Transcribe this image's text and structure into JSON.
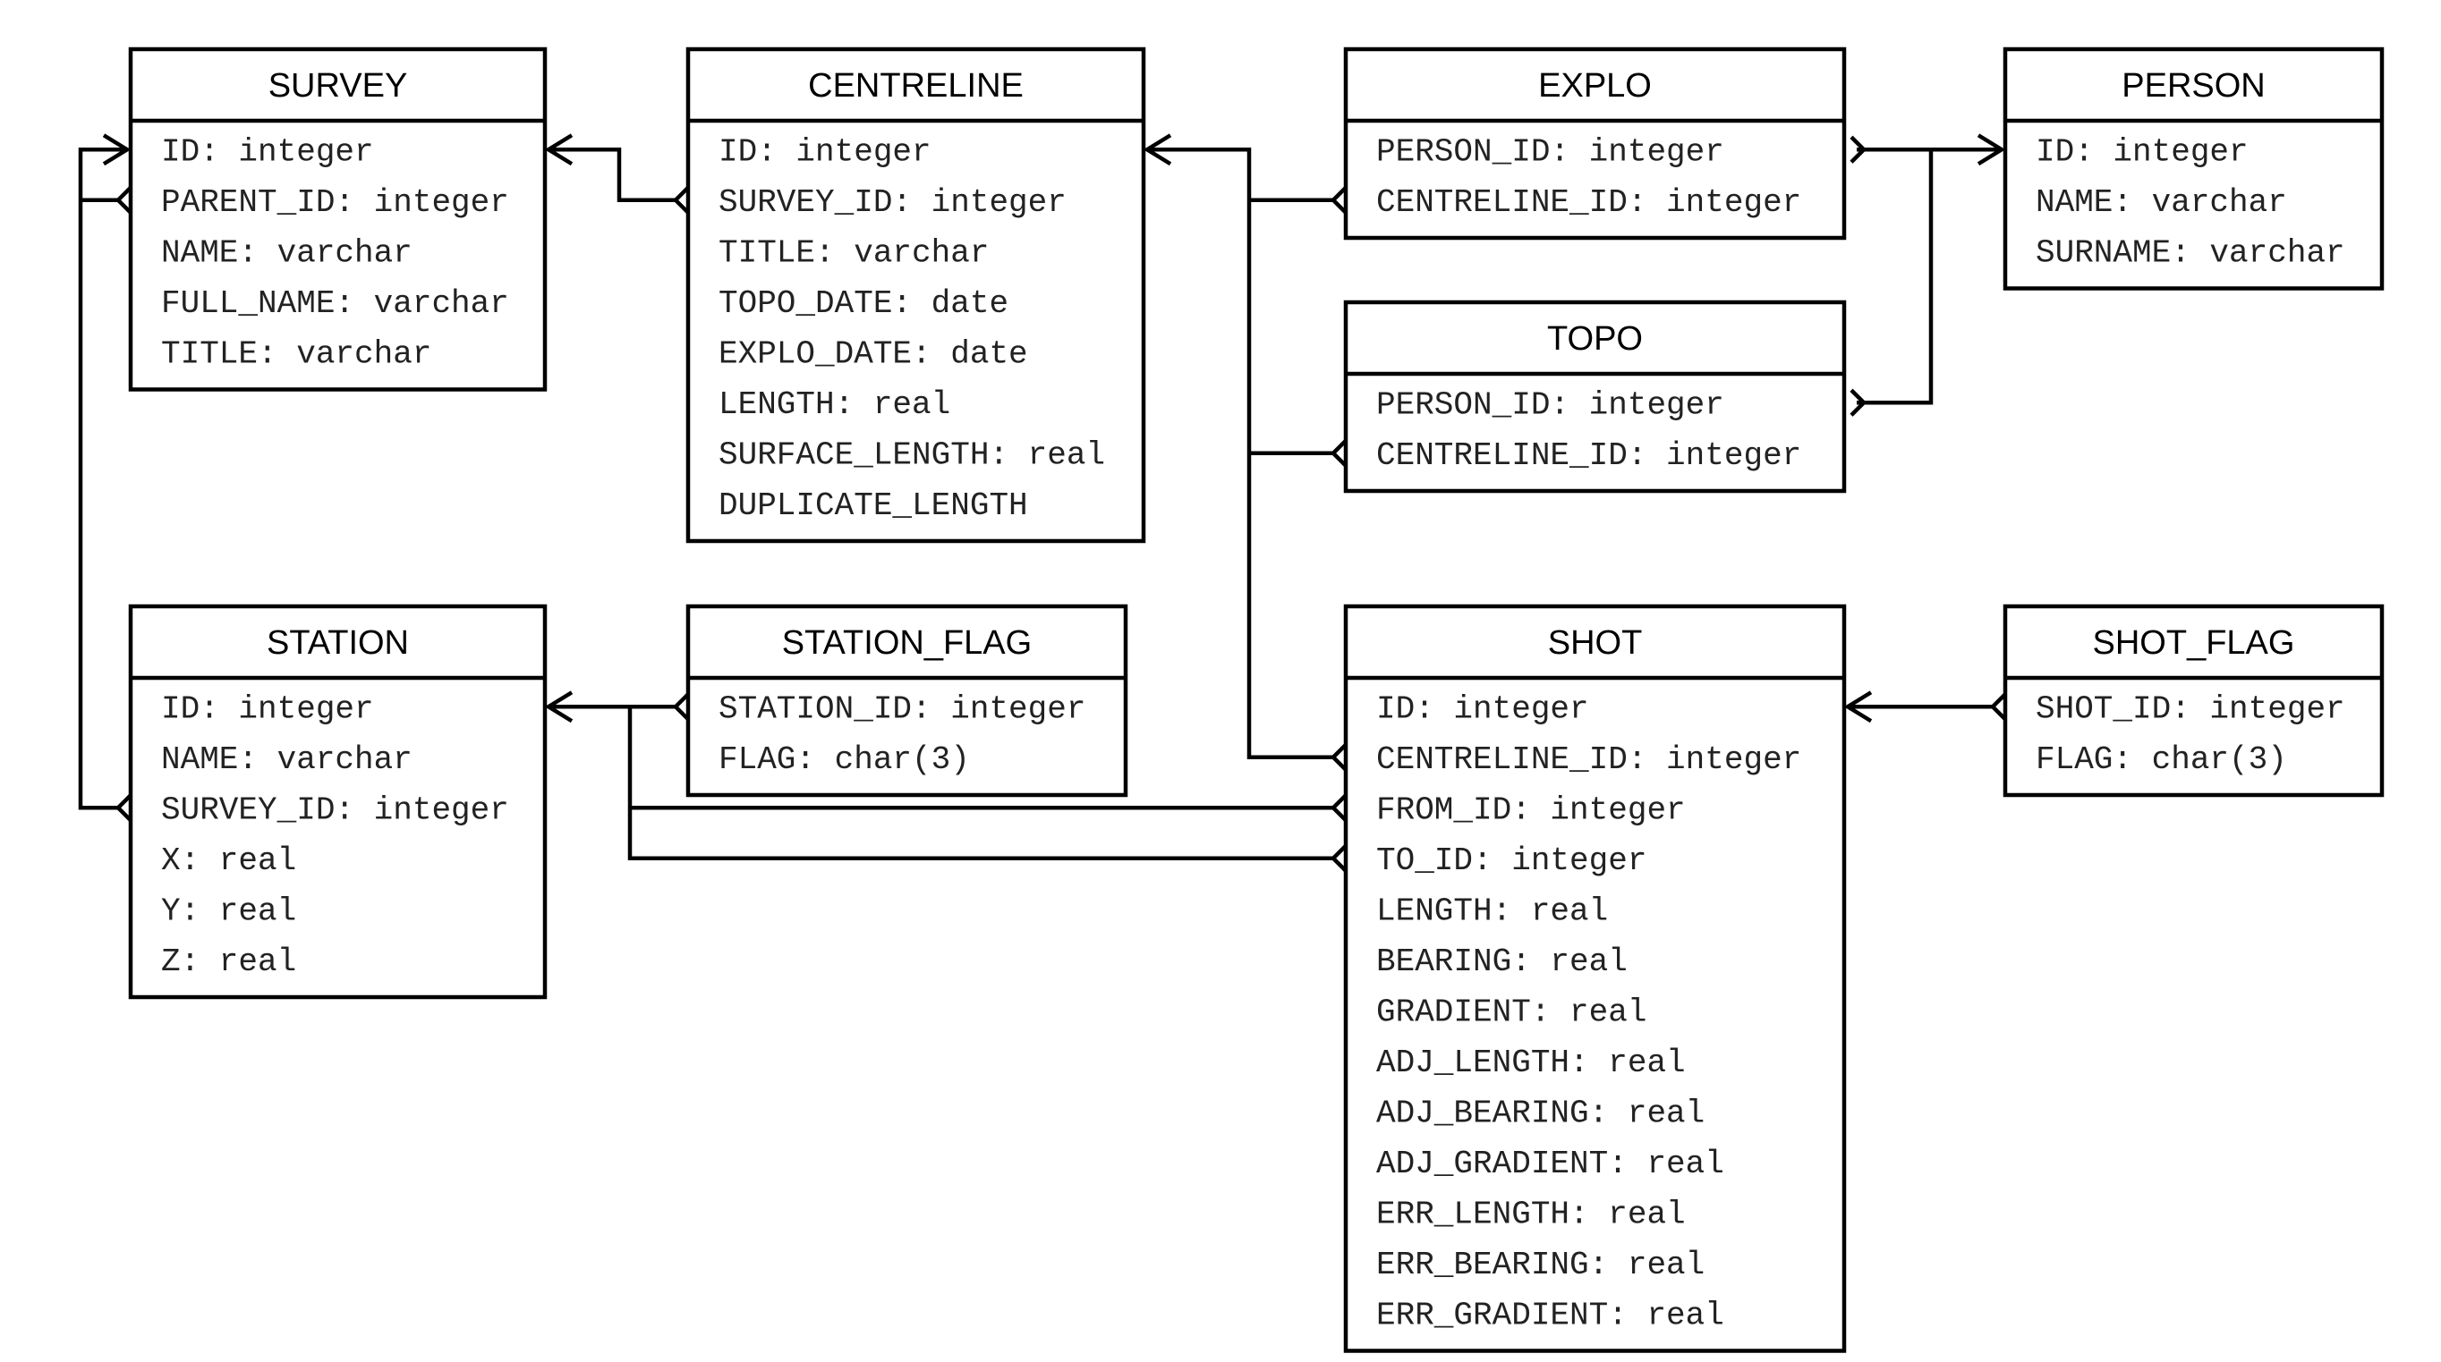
{
  "tables": {
    "survey": {
      "title": "SURVEY",
      "fields": [
        "ID: integer",
        "PARENT_ID: integer",
        "NAME: varchar",
        "FULL_NAME: varchar",
        "TITLE: varchar"
      ]
    },
    "centreline": {
      "title": "CENTRELINE",
      "fields": [
        "ID: integer",
        "SURVEY_ID: integer",
        "TITLE: varchar",
        "TOPO_DATE: date",
        "EXPLO_DATE: date",
        "LENGTH: real",
        "SURFACE_LENGTH: real",
        "DUPLICATE_LENGTH"
      ]
    },
    "explo": {
      "title": "EXPLO",
      "fields": [
        "PERSON_ID: integer",
        "CENTRELINE_ID: integer"
      ]
    },
    "person": {
      "title": "PERSON",
      "fields": [
        "ID: integer",
        "NAME: varchar",
        "SURNAME: varchar"
      ]
    },
    "topo": {
      "title": "TOPO",
      "fields": [
        "PERSON_ID: integer",
        "CENTRELINE_ID: integer"
      ]
    },
    "station": {
      "title": "STATION",
      "fields": [
        "ID: integer",
        "NAME: varchar",
        "SURVEY_ID: integer",
        "X: real",
        "Y: real",
        "Z: real"
      ]
    },
    "station_flag": {
      "title": "STATION_FLAG",
      "fields": [
        "STATION_ID: integer",
        "FLAG: char(3)"
      ]
    },
    "shot": {
      "title": "SHOT",
      "fields": [
        "ID: integer",
        "CENTRELINE_ID: integer",
        "FROM_ID: integer",
        "TO_ID: integer",
        "LENGTH: real",
        "BEARING: real",
        "GRADIENT: real",
        "ADJ_LENGTH: real",
        "ADJ_BEARING: real",
        "ADJ_GRADIENT: real",
        "ERR_LENGTH: real",
        "ERR_BEARING: real",
        "ERR_GRADIENT: real"
      ]
    },
    "shot_flag": {
      "title": "SHOT_FLAG",
      "fields": [
        "SHOT_ID: integer",
        "FLAG: char(3)"
      ]
    }
  }
}
